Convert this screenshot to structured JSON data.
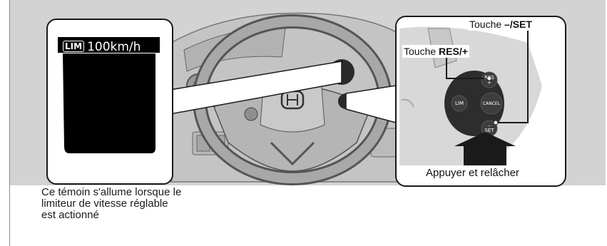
{
  "display": {
    "lim_badge": "LIM",
    "speed_text": "100km/h"
  },
  "caption": "Ce témoin s'allume lorsque le limiteur de vitesse réglable est actionné",
  "labels": {
    "minus_set_prefix": "Touche ",
    "minus_set_key": "–/SET",
    "res_plus_prefix": "Touche ",
    "res_plus_key": "RES/+",
    "press_release": "Appuyer et relâcher"
  },
  "buttons": {
    "res": "RES",
    "plus": "+",
    "lim": "LIM",
    "cancel": "CANCEL",
    "minus": "–",
    "set": "SET"
  },
  "colors": {
    "panel_bg": "#d3d3d3",
    "display_bg": "#000000",
    "indicator": "#2a2a2a",
    "highlight_arrow": "#1a1a1a"
  }
}
